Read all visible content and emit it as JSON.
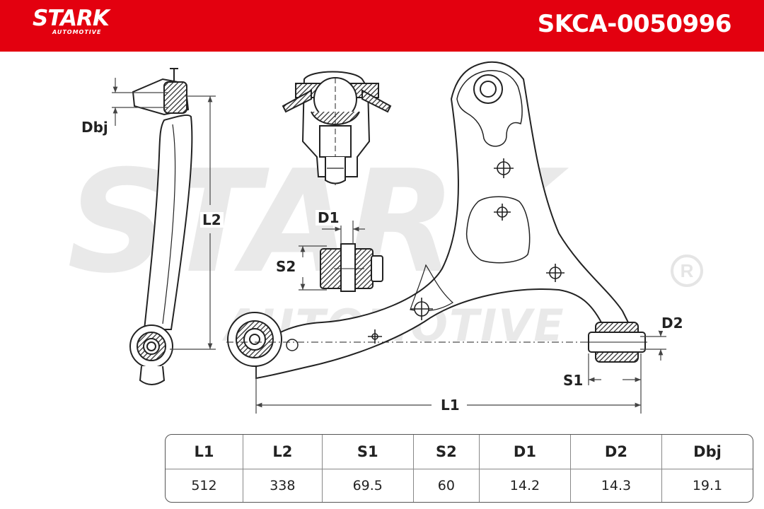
{
  "brand": {
    "name": "STARK",
    "subline": "AUTOMOTIVE",
    "registered": "®"
  },
  "part_number": "SKCA-0050996",
  "colors": {
    "header_red": "#e3000f",
    "line": "#222222",
    "watermark": "#e9e9e9"
  },
  "watermark": {
    "main": "STARK",
    "sub": "AUTOMOTIVE",
    "registered": "R"
  },
  "drawing": {
    "labels": {
      "dbj": "Dbj",
      "l2": "L2",
      "d1": "D1",
      "s2": "S2",
      "d2": "D2",
      "s1": "S1",
      "l1": "L1"
    }
  },
  "specs": {
    "headers": [
      "L1",
      "L2",
      "S1",
      "S2",
      "D1",
      "D2",
      "Dbj"
    ],
    "values": [
      "512",
      "338",
      "69.5",
      "60",
      "14.2",
      "14.3",
      "19.1"
    ]
  }
}
